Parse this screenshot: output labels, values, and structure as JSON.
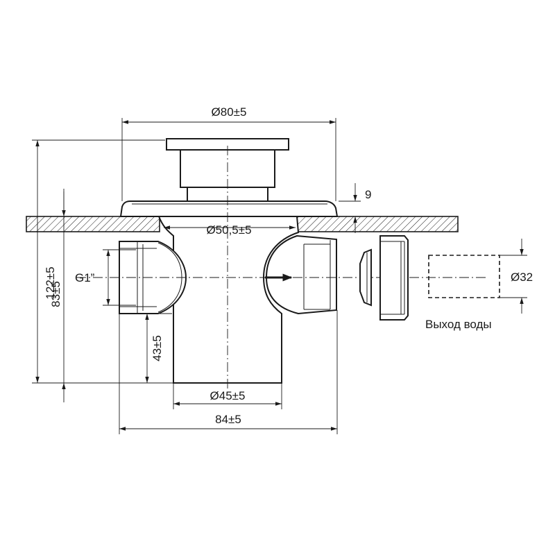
{
  "drawing": {
    "dimensions": {
      "top_diameter": "Ø80±5",
      "flange_thickness": "9",
      "inner_diameter": "Ø50,5±5",
      "thread": "G1”",
      "total_height": "122±5",
      "body_height": "83±5",
      "lower_height": "43±5",
      "bottom_diameter": "Ø45±5",
      "total_width": "84±5",
      "outlet_diameter": "Ø32"
    },
    "notes": {
      "water_outlet": "Выход воды"
    },
    "colors": {
      "line": "#1a1a1a",
      "background": "#ffffff"
    }
  }
}
